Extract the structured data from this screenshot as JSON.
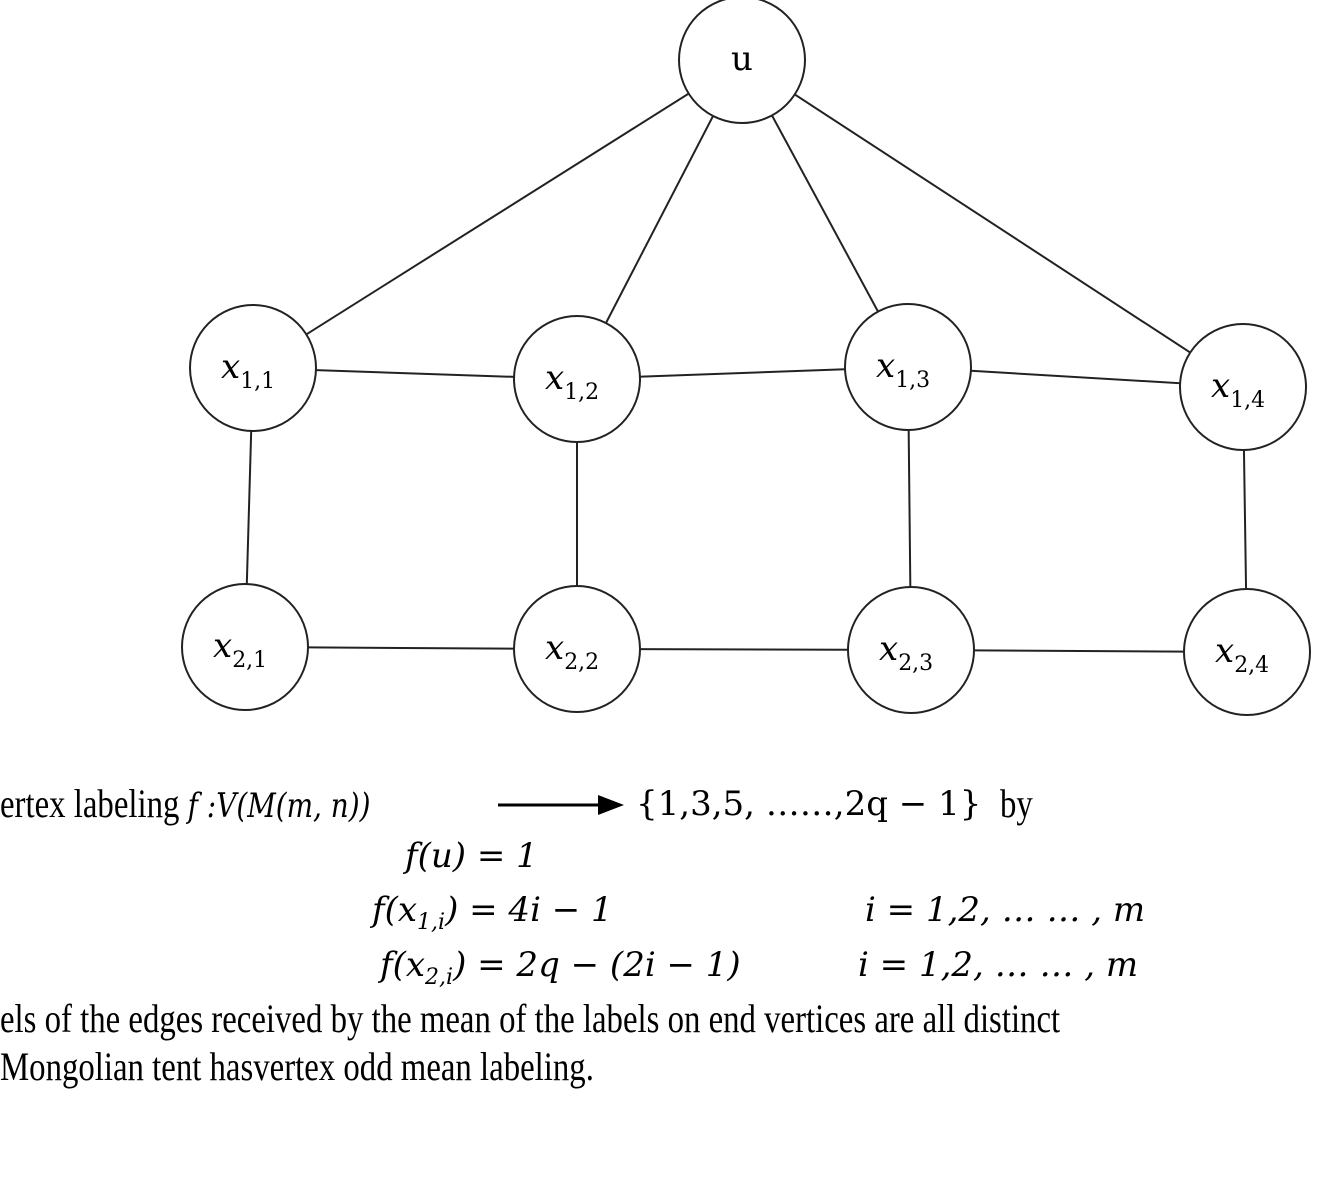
{
  "graph": {
    "nodes": [
      {
        "id": "u",
        "label": "u",
        "sub": ""
      },
      {
        "id": "x11",
        "label": "x",
        "sub": "1,1"
      },
      {
        "id": "x12",
        "label": "x",
        "sub": "1,2"
      },
      {
        "id": "x13",
        "label": "x",
        "sub": "1,3"
      },
      {
        "id": "x14",
        "label": "x",
        "sub": "1,4"
      },
      {
        "id": "x21",
        "label": "x",
        "sub": "2,1"
      },
      {
        "id": "x22",
        "label": "x",
        "sub": "2,2"
      },
      {
        "id": "x23",
        "label": "x",
        "sub": "2,3"
      },
      {
        "id": "x24",
        "label": "x",
        "sub": "2,4"
      }
    ],
    "edges": [
      [
        "u",
        "x11"
      ],
      [
        "u",
        "x12"
      ],
      [
        "u",
        "x13"
      ],
      [
        "u",
        "x14"
      ],
      [
        "x11",
        "x12"
      ],
      [
        "x12",
        "x13"
      ],
      [
        "x13",
        "x14"
      ],
      [
        "x11",
        "x21"
      ],
      [
        "x12",
        "x22"
      ],
      [
        "x13",
        "x23"
      ],
      [
        "x14",
        "x24"
      ],
      [
        "x21",
        "x22"
      ],
      [
        "x22",
        "x23"
      ],
      [
        "x23",
        "x24"
      ]
    ]
  },
  "text": {
    "line1_prefix": "ertex  labeling",
    "line1_map": "f :V(M(m, n))",
    "line1_set": "{1,3,5, ……,2q − 1}",
    "line1_suffix": "by",
    "eq1": "f(u) = 1",
    "eq2_lhs": "f(x",
    "eq2_sub": "1,i",
    "eq2_rhs": ") = 4i − 1",
    "eq2_range": "i = 1,2, … … , m",
    "eq3_lhs": "f(x",
    "eq3_sub": "2,i",
    "eq3_rhs": ") = 2q − (2i − 1)",
    "eq3_range": "i = 1,2, … … , m",
    "line5": "els of the edges received by the mean of the labels on end vertices are all distinct",
    "line6": "Mongolian tent hasvertex odd mean labeling."
  }
}
